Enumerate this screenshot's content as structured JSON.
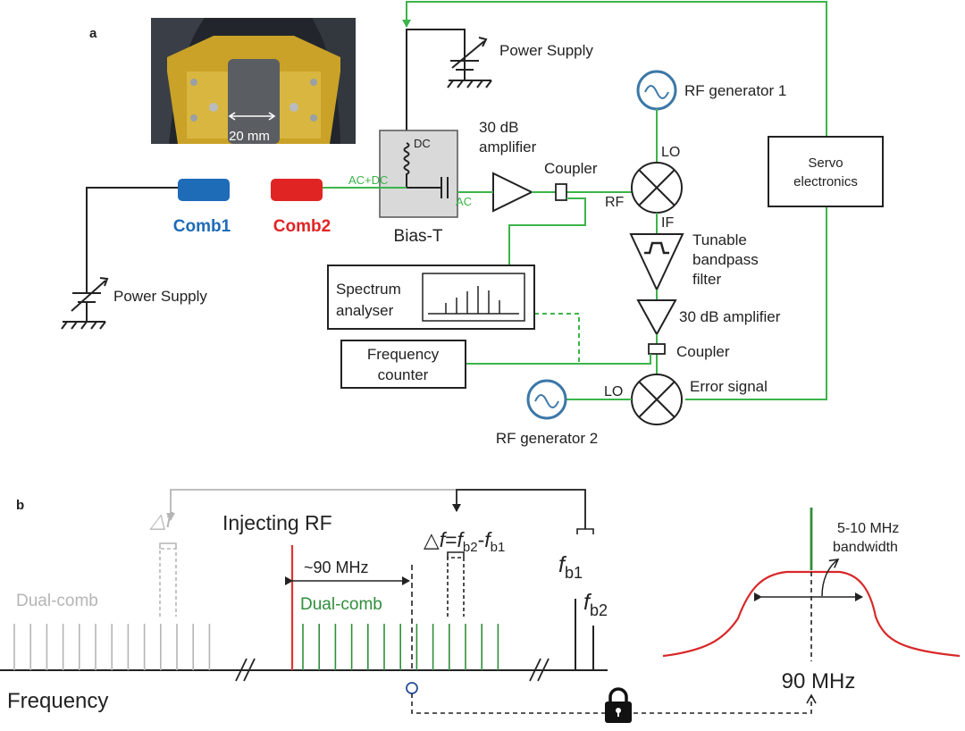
{
  "panel_a": {
    "letter": "a",
    "photo": {
      "scale_label": "20 mm"
    },
    "labels": {
      "power_supply_top": "Power Supply",
      "power_supply_left": "Power Supply",
      "rf_gen1": "RF generator 1",
      "rf_gen2": "RF generator 2",
      "amp1_line1": "30 dB",
      "amp1_line2": "amplifier",
      "coupler_top": "Coupler",
      "coupler_bottom": "Coupler",
      "lo_top": "LO",
      "lo_bottom": "LO",
      "rf_port": "RF",
      "if_port": "IF",
      "filter_line1": "Tunable",
      "filter_line2": "bandpass",
      "filter_line3": "filter",
      "amp2": "30 dB amplifier",
      "error_signal": "Error signal",
      "servo_line1": "Servo",
      "servo_line2": "electronics",
      "comb1": "Comb1",
      "comb2": "Comb2",
      "bias_t": "Bias-T",
      "dc": "DC",
      "ac_dc": "AC+DC",
      "ac": "AC",
      "spectrum_line1": "Spectrum",
      "spectrum_line2": "analyser",
      "counter_line1": "Frequency",
      "counter_line2": "counter"
    }
  },
  "panel_b": {
    "letter": "b",
    "labels": {
      "delta_f_gray": "△f",
      "injecting_rf": "Injecting RF",
      "delta_f_eq_pre": "△",
      "delta_f_eq_f": "f",
      "delta_f_eq_eq": "=",
      "delta_f_eq_f2": "f",
      "delta_f_eq_sub2": "b2",
      "delta_f_eq_minus": "-",
      "delta_f_eq_f3": "f",
      "delta_f_eq_sub3": "b1",
      "fb1_f": "f",
      "fb1_sub": "b1",
      "fb2_f": "f",
      "fb2_sub": "b2",
      "mhz_90_approx": "~90 MHz",
      "dual_comb_gray": "Dual-comb",
      "dual_comb_green": "Dual-comb",
      "frequency": "Frequency",
      "bw_line1": "5-10 MHz",
      "bw_line2": "bandwidth",
      "mhz_90": "90 MHz"
    }
  },
  "colors": {
    "green_line": "#3bb54a",
    "comb_green": "#2f8f3a",
    "gray_comb": "#b5b5b5",
    "comb1_blue": "#1e6bb8",
    "comb2_red": "#e02424",
    "rf_red": "#e53232",
    "gen_ring": "#3c78a8",
    "lock_blue": "#2a4e9a"
  }
}
